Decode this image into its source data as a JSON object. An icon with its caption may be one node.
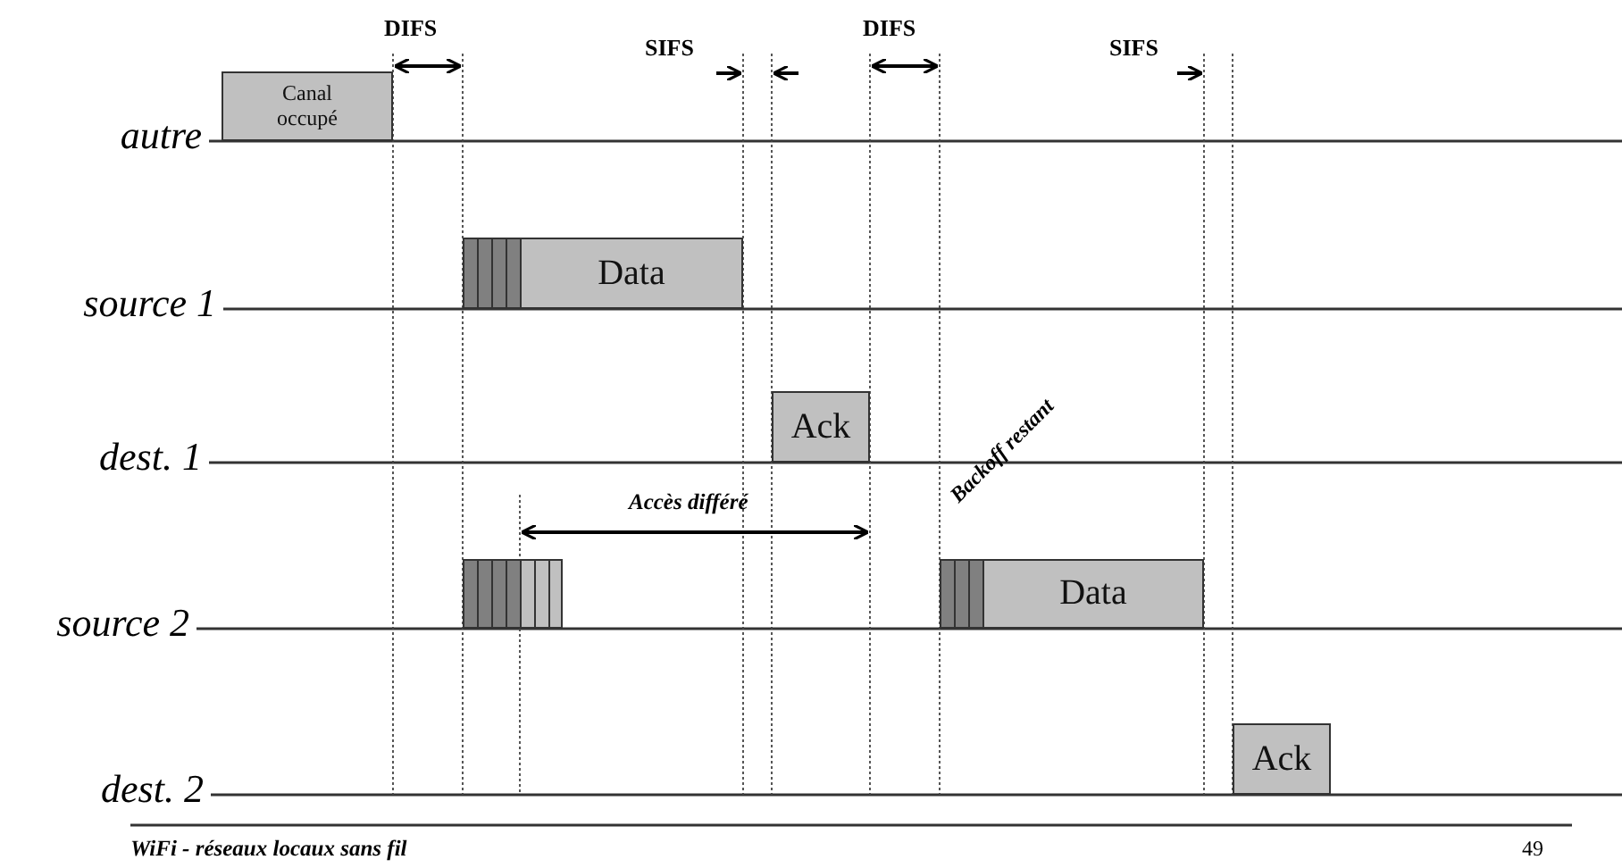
{
  "diagram": {
    "nodes": [
      {
        "text": [
          "Canal occupé"
        ]
      },
      {
        "text": [
          "Data"
        ]
      },
      {
        "text": [
          "Ack"
        ]
      },
      {
        "text": [],
        "shape": "box"
      },
      {
        "text": [
          "Data"
        ]
      },
      {
        "text": [
          "Ack"
        ]
      }
    ],
    "labels": [
      "DIFS",
      "SIFS",
      "DIFS",
      "SIFS",
      "autre",
      "source 1",
      "dest. 1",
      "Accès différé",
      "Backoff restant",
      "source 2",
      "dest. 2",
      "WiFi - réseaux locaux sans fil",
      "49"
    ]
  }
}
